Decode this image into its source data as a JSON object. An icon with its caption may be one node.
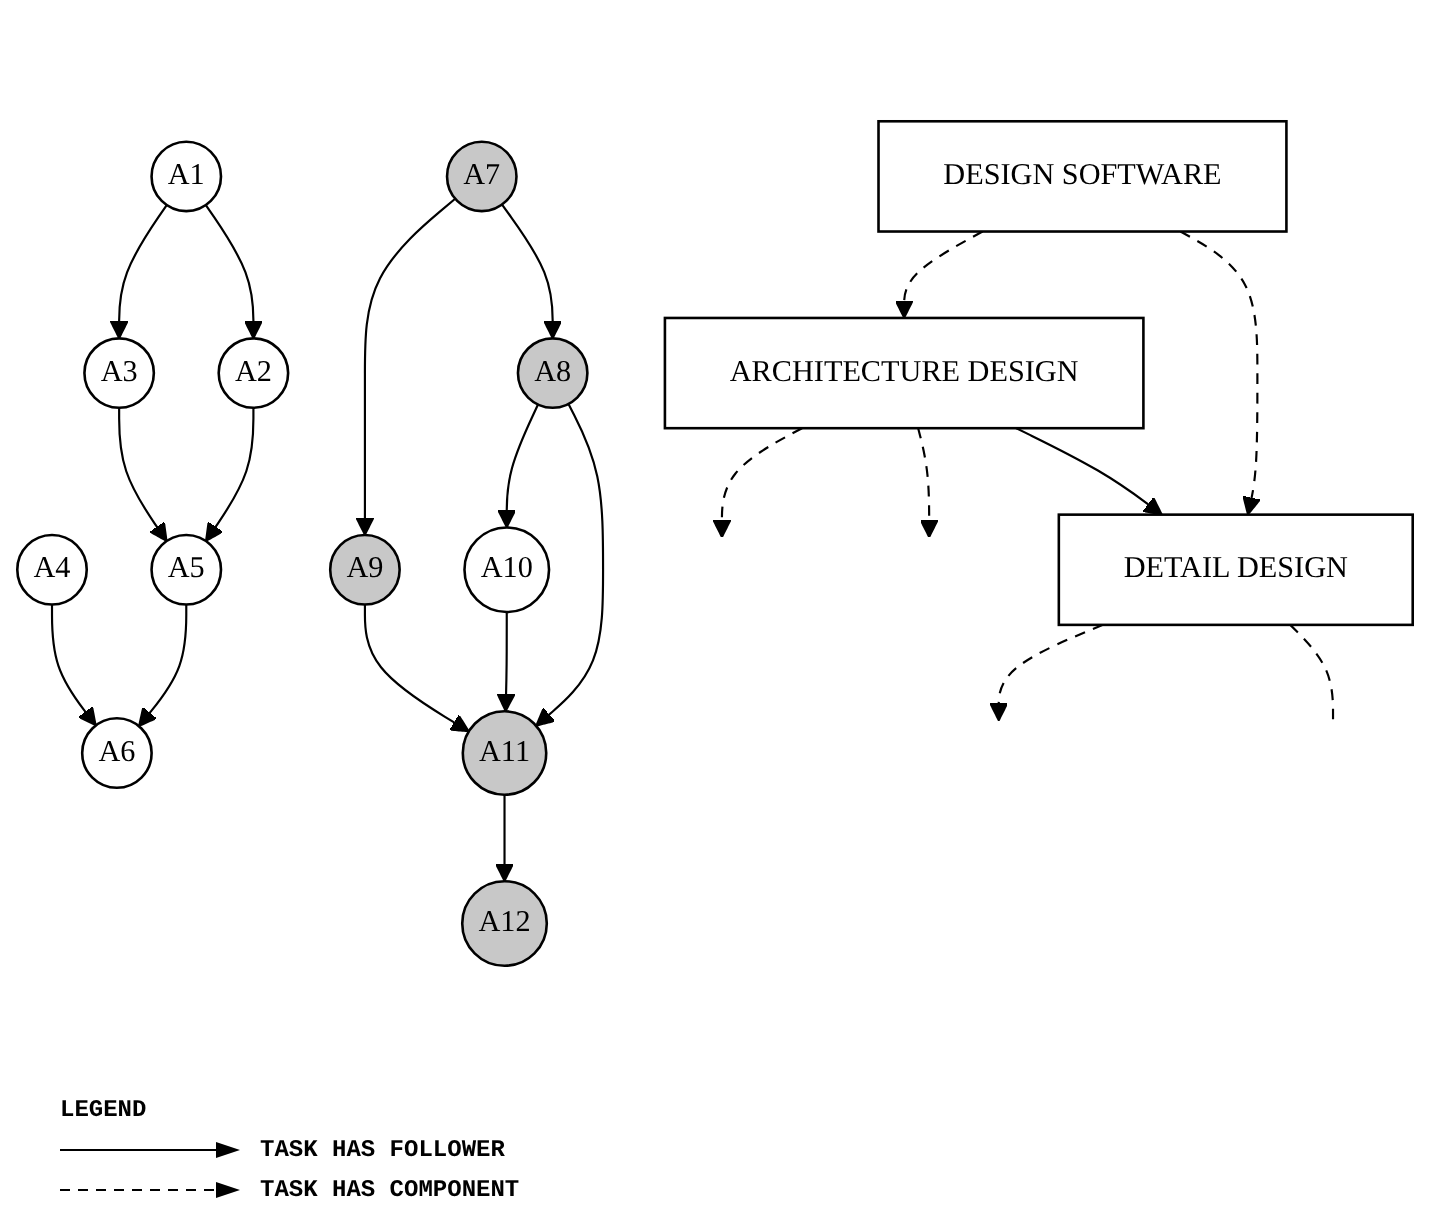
{
  "diagram": {
    "nodes": [
      {
        "text": [
          "DESIGN SOFTWARE"
        ]
      },
      {
        "text": [
          "ARCHITECTURE DESIGN"
        ]
      },
      {
        "text": [
          "DETAIL DESIGN"
        ]
      },
      {
        "text": [
          "A1"
        ]
      },
      {
        "text": [
          "A2"
        ]
      },
      {
        "text": [
          "A3"
        ]
      },
      {
        "text": [
          "A4"
        ]
      },
      {
        "text": [
          "A5"
        ]
      },
      {
        "text": [
          "A6"
        ]
      },
      {
        "text": [
          "A7"
        ]
      },
      {
        "text": [
          "A8"
        ]
      },
      {
        "text": [
          "A9"
        ]
      },
      {
        "text": [
          "A10"
        ]
      },
      {
        "text": [
          "A11"
        ]
      },
      {
        "text": [
          "A12"
        ]
      }
    ],
    "edges": [
      {
        "from": 0,
        "to": 1,
        "arrow": "to",
        "style": "dashed"
      },
      {
        "from": 0,
        "to": 2,
        "arrow": "to",
        "style": "dashed"
      },
      {
        "from": 1,
        "to": 2,
        "arrow": "to"
      },
      {
        "from": 1,
        "to": null,
        "arrow": "to",
        "style": "dashed"
      },
      {
        "from": 1,
        "to": null,
        "arrow": "to",
        "style": "dashed"
      },
      {
        "from": 2,
        "to": null,
        "arrow": "to",
        "style": "dashed"
      },
      {
        "from": 2,
        "to": null,
        "arrow": "none",
        "style": "dashed"
      },
      {
        "from": 3,
        "to": 4,
        "arrow": "to"
      },
      {
        "from": 3,
        "to": 5,
        "arrow": "to"
      },
      {
        "from": 4,
        "to": 7,
        "arrow": "to"
      },
      {
        "from": 5,
        "to": 7,
        "arrow": "to"
      },
      {
        "from": 7,
        "to": 8,
        "arrow": "to"
      },
      {
        "from": 6,
        "to": 8,
        "arrow": "to"
      },
      {
        "from": 9,
        "to": 10,
        "arrow": "to"
      },
      {
        "from": 9,
        "to": 11,
        "arrow": "to"
      },
      {
        "from": 10,
        "to": 12,
        "arrow": "to"
      },
      {
        "from": 10,
        "to": 13,
        "arrow": "to"
      },
      {
        "from": 12,
        "to": 13,
        "arrow": "to"
      },
      {
        "from": 11,
        "to": 13,
        "arrow": "to"
      },
      {
        "from": 13,
        "to": 14,
        "arrow": "to"
      }
    ],
    "labels": [
      "LEGEND"
    ],
    "legend": [
      {
        "text": "TASK HAS FOLLOWER"
      },
      {
        "text": "TASK HAS COMPONENT"
      }
    ]
  }
}
